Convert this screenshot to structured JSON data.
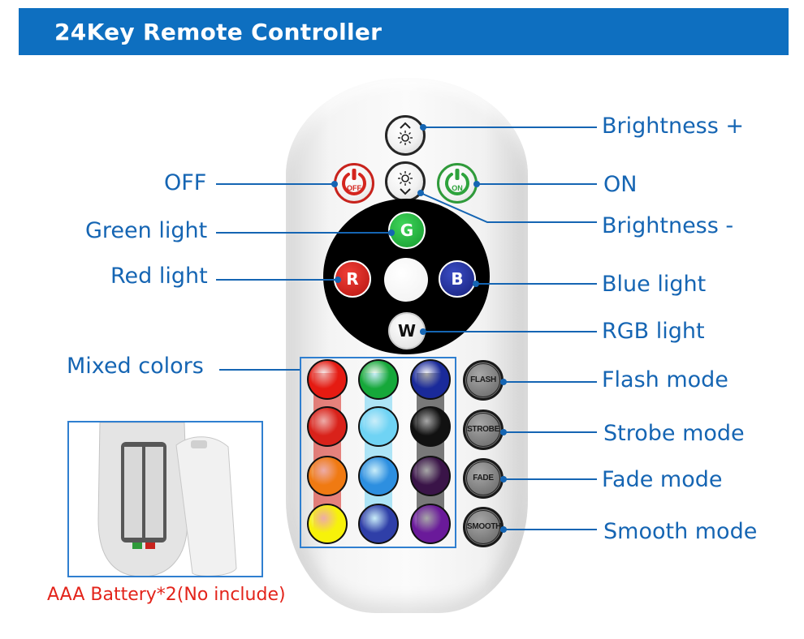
{
  "header": {
    "title": "24Key Remote Controller"
  },
  "remote": {
    "power_off": "OFF",
    "power_on": "ON",
    "green_letter": "G",
    "red_letter": "R",
    "blue_letter": "B",
    "white_letter": "W",
    "mode_buttons": [
      "FLASH",
      "STROBE",
      "FADE",
      "SMOOTH"
    ],
    "color_grid": [
      [
        "#e51b12",
        "#16a83a",
        "#1a2a9a"
      ],
      [
        "#d9221a",
        "#6fd3f4",
        "#111111"
      ],
      [
        "#f07a12",
        "#2d8fe0",
        "#3a1448"
      ],
      [
        "#f7f20a",
        "#2f3fa8",
        "#6a1a9a"
      ]
    ]
  },
  "callouts": {
    "brightness_up": "Brightness +",
    "off": "OFF",
    "on": "ON",
    "brightness_down": "Brightness -",
    "green_light": "Green light",
    "red_light": "Red light",
    "blue_light": "Blue light",
    "rgb_light": "RGB light",
    "mixed_colors": "Mixed colors",
    "flash_mode": "Flash mode",
    "strobe_mode": "Strobe mode",
    "fade_mode": "Fade mode",
    "smooth_mode": "Smooth mode"
  },
  "battery": {
    "caption": "AAA Battery*2(No include)"
  },
  "colors": {
    "banner": "#0e6fc0",
    "label": "#1565b3",
    "frame": "#2f7fd0",
    "caption": "#e3241b"
  }
}
